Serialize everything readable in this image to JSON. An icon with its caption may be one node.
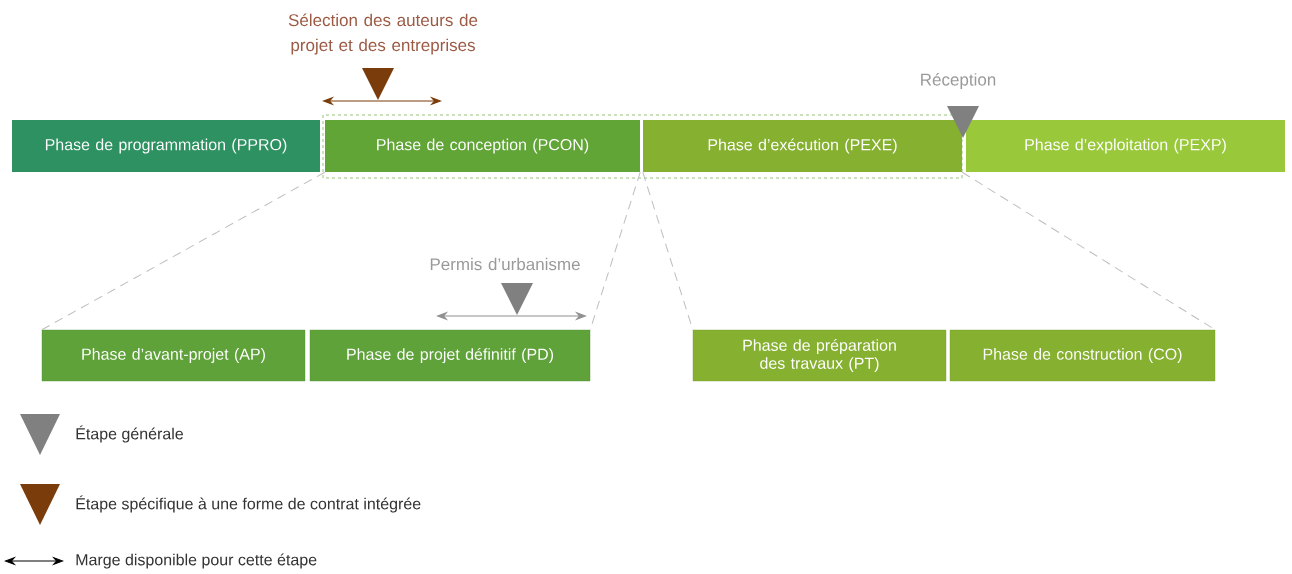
{
  "diagram": {
    "nodes": [
      {
        "text": [
          "Phase de programmation (PPRO)"
        ]
      },
      {
        "text": [
          "Phase de conception (PCON)"
        ]
      },
      {
        "text": [
          "Phase d’exécution (PEXE)"
        ]
      },
      {
        "text": [
          "Phase d’exploitation (PEXP)"
        ]
      },
      {
        "text": [
          "Phase d’avant-projet (AP)"
        ]
      },
      {
        "text": [
          "Phase de projet définitif (PD)"
        ]
      },
      {
        "text": [
          "Phase de préparation des travaux (PT)"
        ]
      },
      {
        "text": [
          "Phase de construction (CO)"
        ]
      }
    ],
    "edges": [
      {
        "from": 1,
        "to": 4,
        "arrow": "none",
        "style": "dashed"
      },
      {
        "from": 1,
        "to": 5,
        "arrow": "none",
        "style": "dashed"
      },
      {
        "from": 2,
        "to": 6,
        "arrow": "none",
        "style": "dashed"
      },
      {
        "from": 2,
        "to": 7,
        "arrow": "none",
        "style": "dashed"
      }
    ],
    "labels": [
      "Sélection des auteurs de projet et des entreprises",
      "Réception",
      "Permis d’urbanisme"
    ],
    "legend": [
      {
        "text": "Étape générale",
        "color": "#808080"
      },
      {
        "text": "Étape spécifique à une forme de contrat intégrée",
        "color": "#7a3c0a"
      },
      {
        "text": "Marge disponible pour cette étape"
      }
    ]
  }
}
